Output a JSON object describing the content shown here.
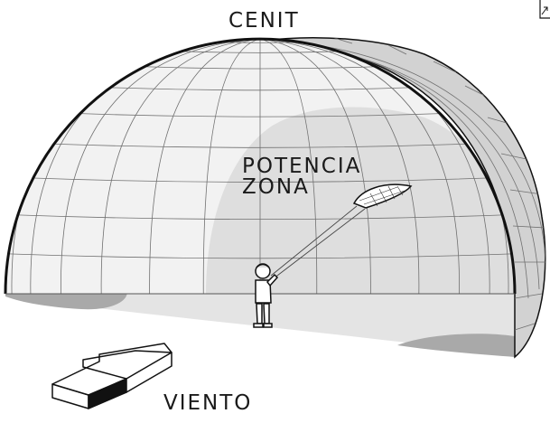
{
  "labels": {
    "zenith": "CENIT",
    "power_zone_line1": "POTENCIA",
    "power_zone_line2": "ZONA",
    "wind": "VIENTO"
  },
  "colors": {
    "background": "#ffffff",
    "dome_shell": "#f2f2f2",
    "dome_shell_side": "#d2d2d2",
    "power_zone": "#dedede",
    "ground": "#e4e4e4",
    "ground_patch": "#a9a9a9",
    "grid": "#707070",
    "outline": "#111111",
    "arrow_face": "#ffffff",
    "arrow_side": "#111111"
  },
  "icons": {
    "kite": "kite-icon",
    "person": "kite-flyer-figure",
    "arrow": "wind-arrow-icon"
  }
}
